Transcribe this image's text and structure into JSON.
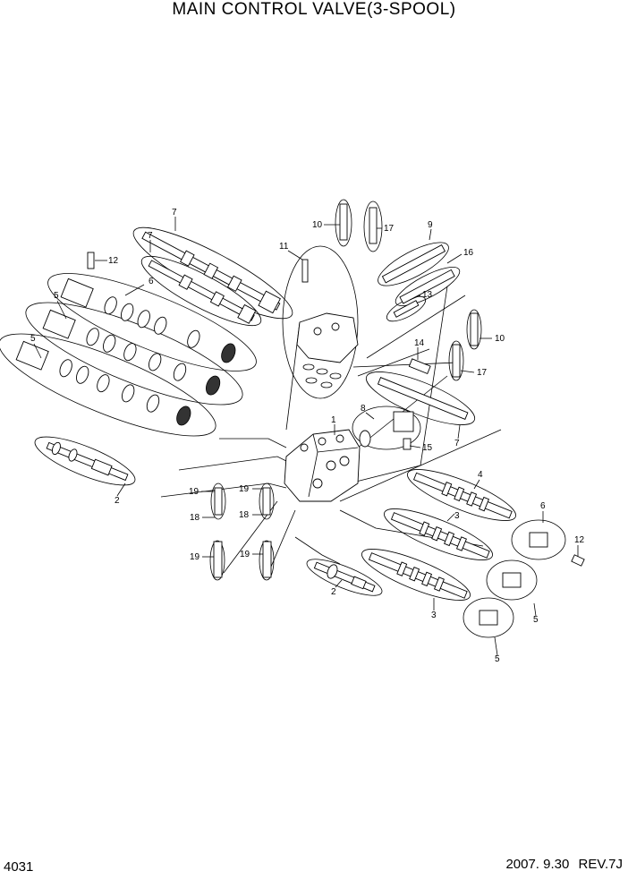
{
  "title": "MAIN CONTROL VALVE(3-SPOOL)",
  "page_number": "4031",
  "footer": {
    "date": "2007. 9.30",
    "revision": "REV.7J"
  },
  "callouts": [
    "1",
    "2",
    "2",
    "3",
    "3",
    "4",
    "5",
    "5",
    "5",
    "5",
    "6",
    "6",
    "7",
    "7",
    "7",
    "8",
    "9",
    "10",
    "10",
    "11",
    "12",
    "12",
    "13",
    "14",
    "15",
    "16",
    "17",
    "17",
    "18",
    "18",
    "19",
    "19",
    "19",
    "19"
  ]
}
